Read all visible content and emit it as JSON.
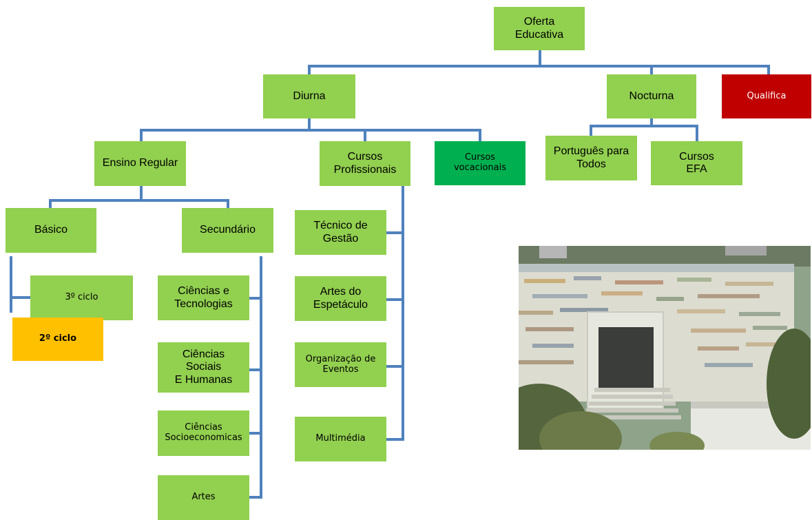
{
  "colors": {
    "box": "#92d050",
    "connector": "#4f81bd",
    "qualifica": "#c00000",
    "vocacionais": "#00b050",
    "ciclo2": "#ffc000"
  },
  "nodes": {
    "oferta": "Oferta\nEducativa",
    "diurna": "Diurna",
    "nocturna": "Nocturna",
    "qualifica": "Qualifica",
    "ensino_regular": "Ensino Regular",
    "cursos_profissionais": "Cursos\nProfissionais",
    "cursos_vocacionais": "Cursos\nvocacionais",
    "portugues": "Português para\nTodos",
    "cursos_efa": "Cursos\nEFA",
    "basico": "Básico",
    "secundario": "Secundário",
    "ciclo3": "3º ciclo",
    "ciclo2": "2º ciclo",
    "ciencias_tec": "Ciências e\nTecnologias",
    "ciencias_soc": "Ciências\nSociais\nE Humanas",
    "socioeconomicas": "Ciências\nSocioeconomicas",
    "artes": "Artes",
    "tecnico_gestao": "Técnico de\nGestão",
    "artes_espetaculo": "Artes do\nEspetáculo",
    "organizacao_eventos": "Organização de\nEventos",
    "multimedia": "Multimédia"
  }
}
